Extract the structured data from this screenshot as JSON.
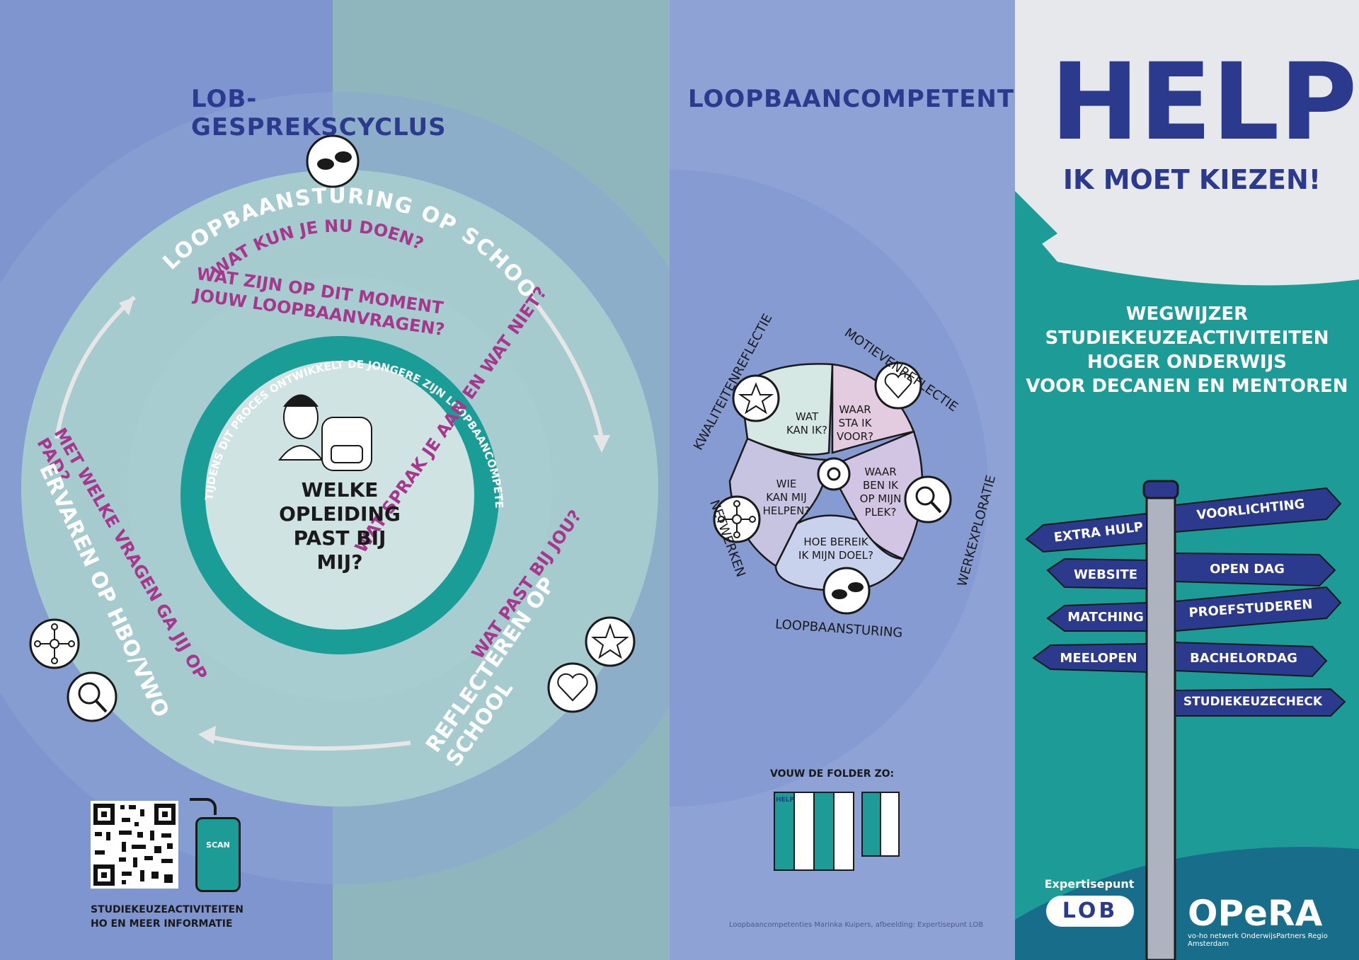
{
  "colors": {
    "navy": "#2b3a8c",
    "magenta": "#a6378d",
    "teal": "#1d9c97",
    "light_teal": "#b6d7d9",
    "white": "#ffffff"
  },
  "left": {
    "header": "LOB-GESPREKSCYCLUS",
    "ring_top": "LOOPBAANSTURING OP SCHOOL",
    "ring_right": "REFLECTEREN OP SCHOOL",
    "ring_left": "ERVAREN OP HBO/VWO",
    "q_top_1": "WAT KUN JE NU DOEN?",
    "q_top_2": "WAT ZIJN OP DIT MOMENT",
    "q_top_3": "JOUW LOOPBAANVRAGEN?",
    "q_right_1": "WAT SPRAK JE AAN EN WAT NIET?",
    "q_right_2": "WAT PAST BIJ JOU?",
    "q_left": "MET WELKE VRAGEN GA JIJ OP PAD?",
    "inner_ring": "TIJDENS DIT PROCES ONTWIKKELT DE JONGERE ZIJN LOOPBAANCOMPETENTIES",
    "center_question": [
      "WELKE",
      "OPLEIDING",
      "PAST BIJ",
      "MIJ?"
    ],
    "qr_caption_1": "STUDIEKEUZEACTIVITEITEN",
    "qr_caption_2": "HO EN MEER INFORMATIE",
    "scan_label": "SCAN"
  },
  "middle": {
    "header": "LOOPBAANCOMPETENTIES",
    "labels": {
      "top_left": "KWALITEITENREFLECTIE",
      "top_right": "MOTIEVENREFLECTIE",
      "right": "WERKEXPLORATIE",
      "bottom": "LOOPBAANSTURING",
      "left": "NETWERKEN"
    },
    "pieces": {
      "wat_kan_ik": [
        "WAT",
        "KAN IK?"
      ],
      "waar_sta_ik": [
        "WAAR",
        "STA IK",
        "VOOR?"
      ],
      "waar_ben_ik": [
        "WAAR",
        "BEN IK",
        "OP MIJN",
        "PLEK?"
      ],
      "hoe_bereik": [
        "HOE BEREIK",
        "IK MIJN DOEL?"
      ],
      "wie_kan_mij": [
        "WIE",
        "KAN MIJ",
        "HELPEN?"
      ]
    },
    "fold_caption": "VOUW DE FOLDER ZO:",
    "fold_help": "HELP",
    "credit": "Loopbaancompetenties Marinka Kuipers, afbeelding: Expertisepunt LOB"
  },
  "right": {
    "title": "HELP",
    "subtitle": "IK MOET KIEZEN!",
    "wegwijzer": [
      "WEGWIJZER",
      "STUDIEKEUZEACTIVITEITEN",
      "HOGER ONDERWIJS",
      "VOOR DECANEN EN MENTOREN"
    ],
    "signs_left": [
      "EXTRA HULP",
      "WEBSITE",
      "MATCHING",
      "MEELOPEN"
    ],
    "signs_right": [
      "VOORLICHTING",
      "OPEN DAG",
      "PROEFSTUDEREN",
      "BACHELORDAG",
      "STUDIEKEUZECHECK"
    ],
    "logo_lob_top": "Expertisepunt",
    "logo_lob": "LOB",
    "logo_opera": "OPeRA",
    "logo_opera_sub": "vo-ho netwerk OnderwijsPartners Regio Amsterdam"
  }
}
